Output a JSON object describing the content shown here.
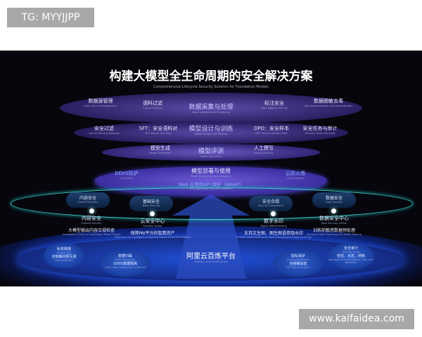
{
  "tag": "TG: MYYJJPP",
  "watermark": "www.kaifaidea.com",
  "title": "构建大模型全生命周期的安全解决方案",
  "subtitle": "Comprehensive Lifecycle Security Solution for Foundation Models",
  "layer1": {
    "center": "数据采集与处理",
    "center_en": "Data Collection and Processing",
    "items": [
      {
        "zh": "数据源管理",
        "en": "Data Source Management"
      },
      {
        "zh": "语料过滤",
        "en": "Corpus Filtering"
      },
      {
        "zh": "标注安全",
        "en": "Data Tagging Security"
      },
      {
        "zh": "数据脱敏去毒",
        "en": "Data Desensitization and Detoxification"
      }
    ]
  },
  "layer2": {
    "center": "模型设计与训练",
    "center_en": "Model Design and Training",
    "items": [
      {
        "zh": "安全过滤",
        "en": "Secure Filtering Methods"
      },
      {
        "zh": "SFT：安全语料对",
        "en": "SFT: Secure Text Pairs"
      },
      {
        "zh": "DPO：安全样本",
        "en": "DPO: Secure Sample Pairs"
      },
      {
        "zh": "安全任务与审计",
        "en": "Security Tasks and Audit"
      }
    ]
  },
  "layer3": {
    "center": "模型评测",
    "center_en": "Model Evaluation",
    "items": [
      {
        "zh": "模型生成",
        "en": "Model Generation"
      },
      {
        "zh": "人工撰写",
        "en": "Manual Writing"
      }
    ]
  },
  "layer4": {
    "center": "模型部署与使用",
    "center_en": "Model Deployment and Adoption",
    "waap": "Web 应用和API 保护（WAAP）",
    "waap_en": "Web Application and API Protection",
    "left": {
      "zh": "DDoS防护",
      "en": "Anti-DDoS"
    },
    "right": {
      "zh": "云防火墙",
      "en": "Cloud Firewall"
    }
  },
  "ring": {
    "pills": [
      {
        "zh": "内容安全",
        "en": "Content Security"
      },
      {
        "zh": "基础安全",
        "en": "Basic Security"
      },
      {
        "zh": "安全合规",
        "en": "Security Compliance"
      },
      {
        "zh": "数据安全",
        "en": "Data Security"
      }
    ],
    "nodes": [
      {
        "zh": "内容安全",
        "en": "Content Security",
        "desc": "大模型输出内容合规检查",
        "desc_en": "Compliance Check of Foundation Model Output"
      },
      {
        "zh": "云安全中心",
        "en": "Security Center",
        "desc": "保障PAI平台的智算资产",
        "desc_en": "Protection for Intelligent Computing Assets of the PAI Platform"
      },
      {
        "zh": "数字水印",
        "en": "Digital Watermarking",
        "desc": "支持文生图、图生图语意隐水印",
        "desc_en": "Invisible watermarking for Text-to-Image and Image-to-Image"
      },
      {
        "zh": "数据安全中心",
        "en": "Data Security Center",
        "desc": "训练前敏感数据预处理",
        "desc_en": "Sensitive Data Processing for Model Training"
      }
    ]
  },
  "platform": {
    "name": "阿里云百炼平台",
    "name_en": "Alibaba Cloud Model Studio",
    "bubbles": [
      {
        "zh": "私有链接",
        "en": "Private Link",
        "desc": "全链路内网互通",
        "desc_en": "Interconnection"
      },
      {
        "zh": "数据归属",
        "en": "Data Ownership",
        "desc": "100%数据隔离",
        "desc_en": "100% Data Ownership Confirmed"
      },
      {
        "zh": "隐私保护",
        "en": "Privacy Protection",
        "desc": "全链路加密",
        "desc_en": "Full-link encryption"
      },
      {
        "zh": "安全审计",
        "en": "Security Audit",
        "desc": "管控、日志、网络",
        "desc_en": "Management and Control, Logs, and Networks"
      }
    ]
  }
}
